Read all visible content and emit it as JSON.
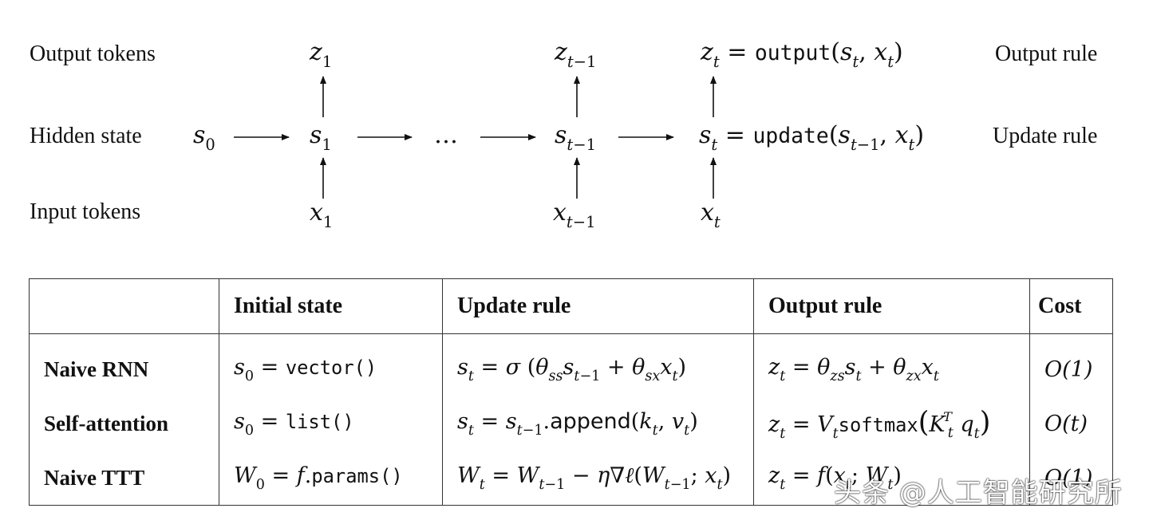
{
  "diagram": {
    "row_labels": {
      "output": "Output tokens",
      "hidden": "Hidden state",
      "input": "Input tokens"
    },
    "side_labels": {
      "output_rule": "Output rule",
      "update_rule": "Update rule"
    },
    "ellipsis": "…",
    "output_fn": "output",
    "update_fn": "update"
  },
  "table": {
    "headers": [
      "",
      "Initial state",
      "Update rule",
      "Output rule",
      "Cost"
    ],
    "rows": [
      {
        "name": "Naive RNN",
        "init_fn": "vector()",
        "cost": "O(1)"
      },
      {
        "name": "Self-attention",
        "init_fn": "list()",
        "append": "append",
        "softmax": "softmax",
        "cost": "O(t)"
      },
      {
        "name": "Naive TTT",
        "init_fn": "params()",
        "cost": "O(1)"
      }
    ]
  },
  "watermark": "头条 @人工智能研究所"
}
